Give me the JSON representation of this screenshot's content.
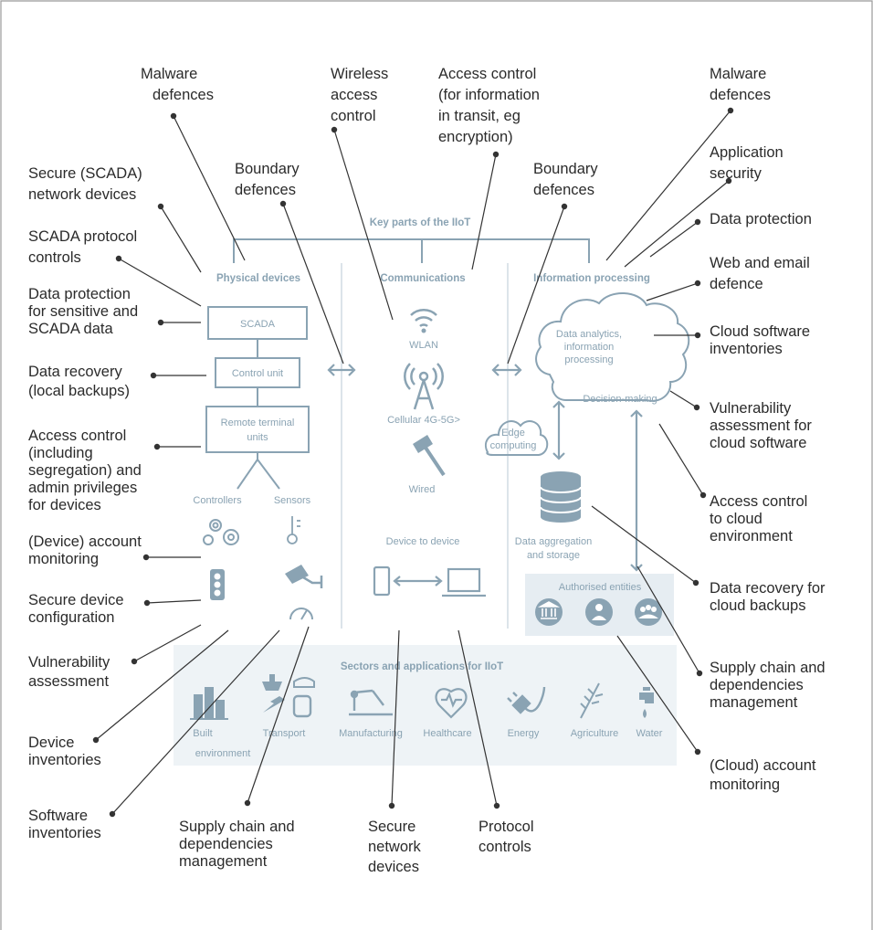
{
  "diagram": {
    "title": "Key parts of the IIoT",
    "columns": {
      "physical": "Physical devices",
      "communications": "Communications",
      "information": "Information processing"
    },
    "physical": {
      "scada": "SCADA",
      "control_unit": "Control unit",
      "rtu": [
        "Remote terminal",
        "units"
      ],
      "controllers": "Controllers",
      "sensors": "Sensors"
    },
    "communications": {
      "wlan": "WLAN",
      "cellular": "Cellular 4G-5G>",
      "wired": "Wired",
      "device_to_device": "Device to device"
    },
    "information": {
      "analytics": [
        "Data analytics,",
        "information",
        "processing"
      ],
      "decision": "Decision-making",
      "edge": [
        "Edge",
        "computing"
      ],
      "aggregation": [
        "Data aggregation",
        "and storage"
      ],
      "authorised": "Authorised entities"
    },
    "sectors": {
      "title": "Sectors and applications for IIoT",
      "built": [
        "Built",
        "environment"
      ],
      "transport": "Transport",
      "manufacturing": "Manufacturing",
      "healthcare": "Healthcare",
      "energy": "Energy",
      "agriculture": "Agriculture",
      "water": "Water"
    }
  },
  "callouts": {
    "malware_left": [
      "Malware",
      "defences"
    ],
    "wireless": [
      "Wireless",
      "access",
      "control"
    ],
    "access_transit": [
      "Access control",
      "(for information",
      "in transit, eg",
      "encryption)"
    ],
    "malware_right": [
      "Malware",
      "defences"
    ],
    "app_security": [
      "Application",
      "security"
    ],
    "secure_scada": [
      "Secure (SCADA)",
      "network devices"
    ],
    "boundary_left": [
      "Boundary",
      "defences"
    ],
    "boundary_right": [
      "Boundary",
      "defences"
    ],
    "data_protection_right": [
      "Data protection"
    ],
    "scada_protocol": [
      "SCADA protocol",
      "controls"
    ],
    "web_email": [
      "Web and email",
      "defence"
    ],
    "data_protection_left": [
      "Data protection",
      "for sensitive and",
      "SCADA data"
    ],
    "cloud_inventories": [
      "Cloud software",
      "inventories"
    ],
    "data_recovery": [
      "Data recovery",
      "(local backups)"
    ],
    "vuln_cloud": [
      "Vulnerability",
      "assessment for",
      "cloud software"
    ],
    "access_incl": [
      "Access control",
      "(including",
      "segregation) and",
      "admin privileges",
      "for devices"
    ],
    "access_cloud": [
      "Access control",
      "to cloud",
      "environment"
    ],
    "device_account": [
      "(Device) account",
      "monitoring"
    ],
    "data_recovery_cloud": [
      "Data recovery for",
      "cloud backups"
    ],
    "secure_config": [
      "Secure device",
      "configuration"
    ],
    "supply_right": [
      "Supply chain and",
      "dependencies",
      "management"
    ],
    "vuln_assess": [
      "Vulnerability",
      "assessment"
    ],
    "device_inventories": [
      "Device",
      "inventories"
    ],
    "cloud_account": [
      "(Cloud) account",
      "monitoring"
    ],
    "software_inventories": [
      "Software",
      "inventories"
    ],
    "supply_bottom": [
      "Supply chain and",
      "dependencies",
      "management"
    ],
    "secure_network": [
      "Secure",
      "network",
      "devices"
    ],
    "protocol_controls": [
      "Protocol",
      "controls"
    ]
  },
  "colors": {
    "frame": "#999999",
    "diagram_blue": "#8aa3b3",
    "panel_fill": "#eef3f6",
    "leader": "#333333"
  }
}
